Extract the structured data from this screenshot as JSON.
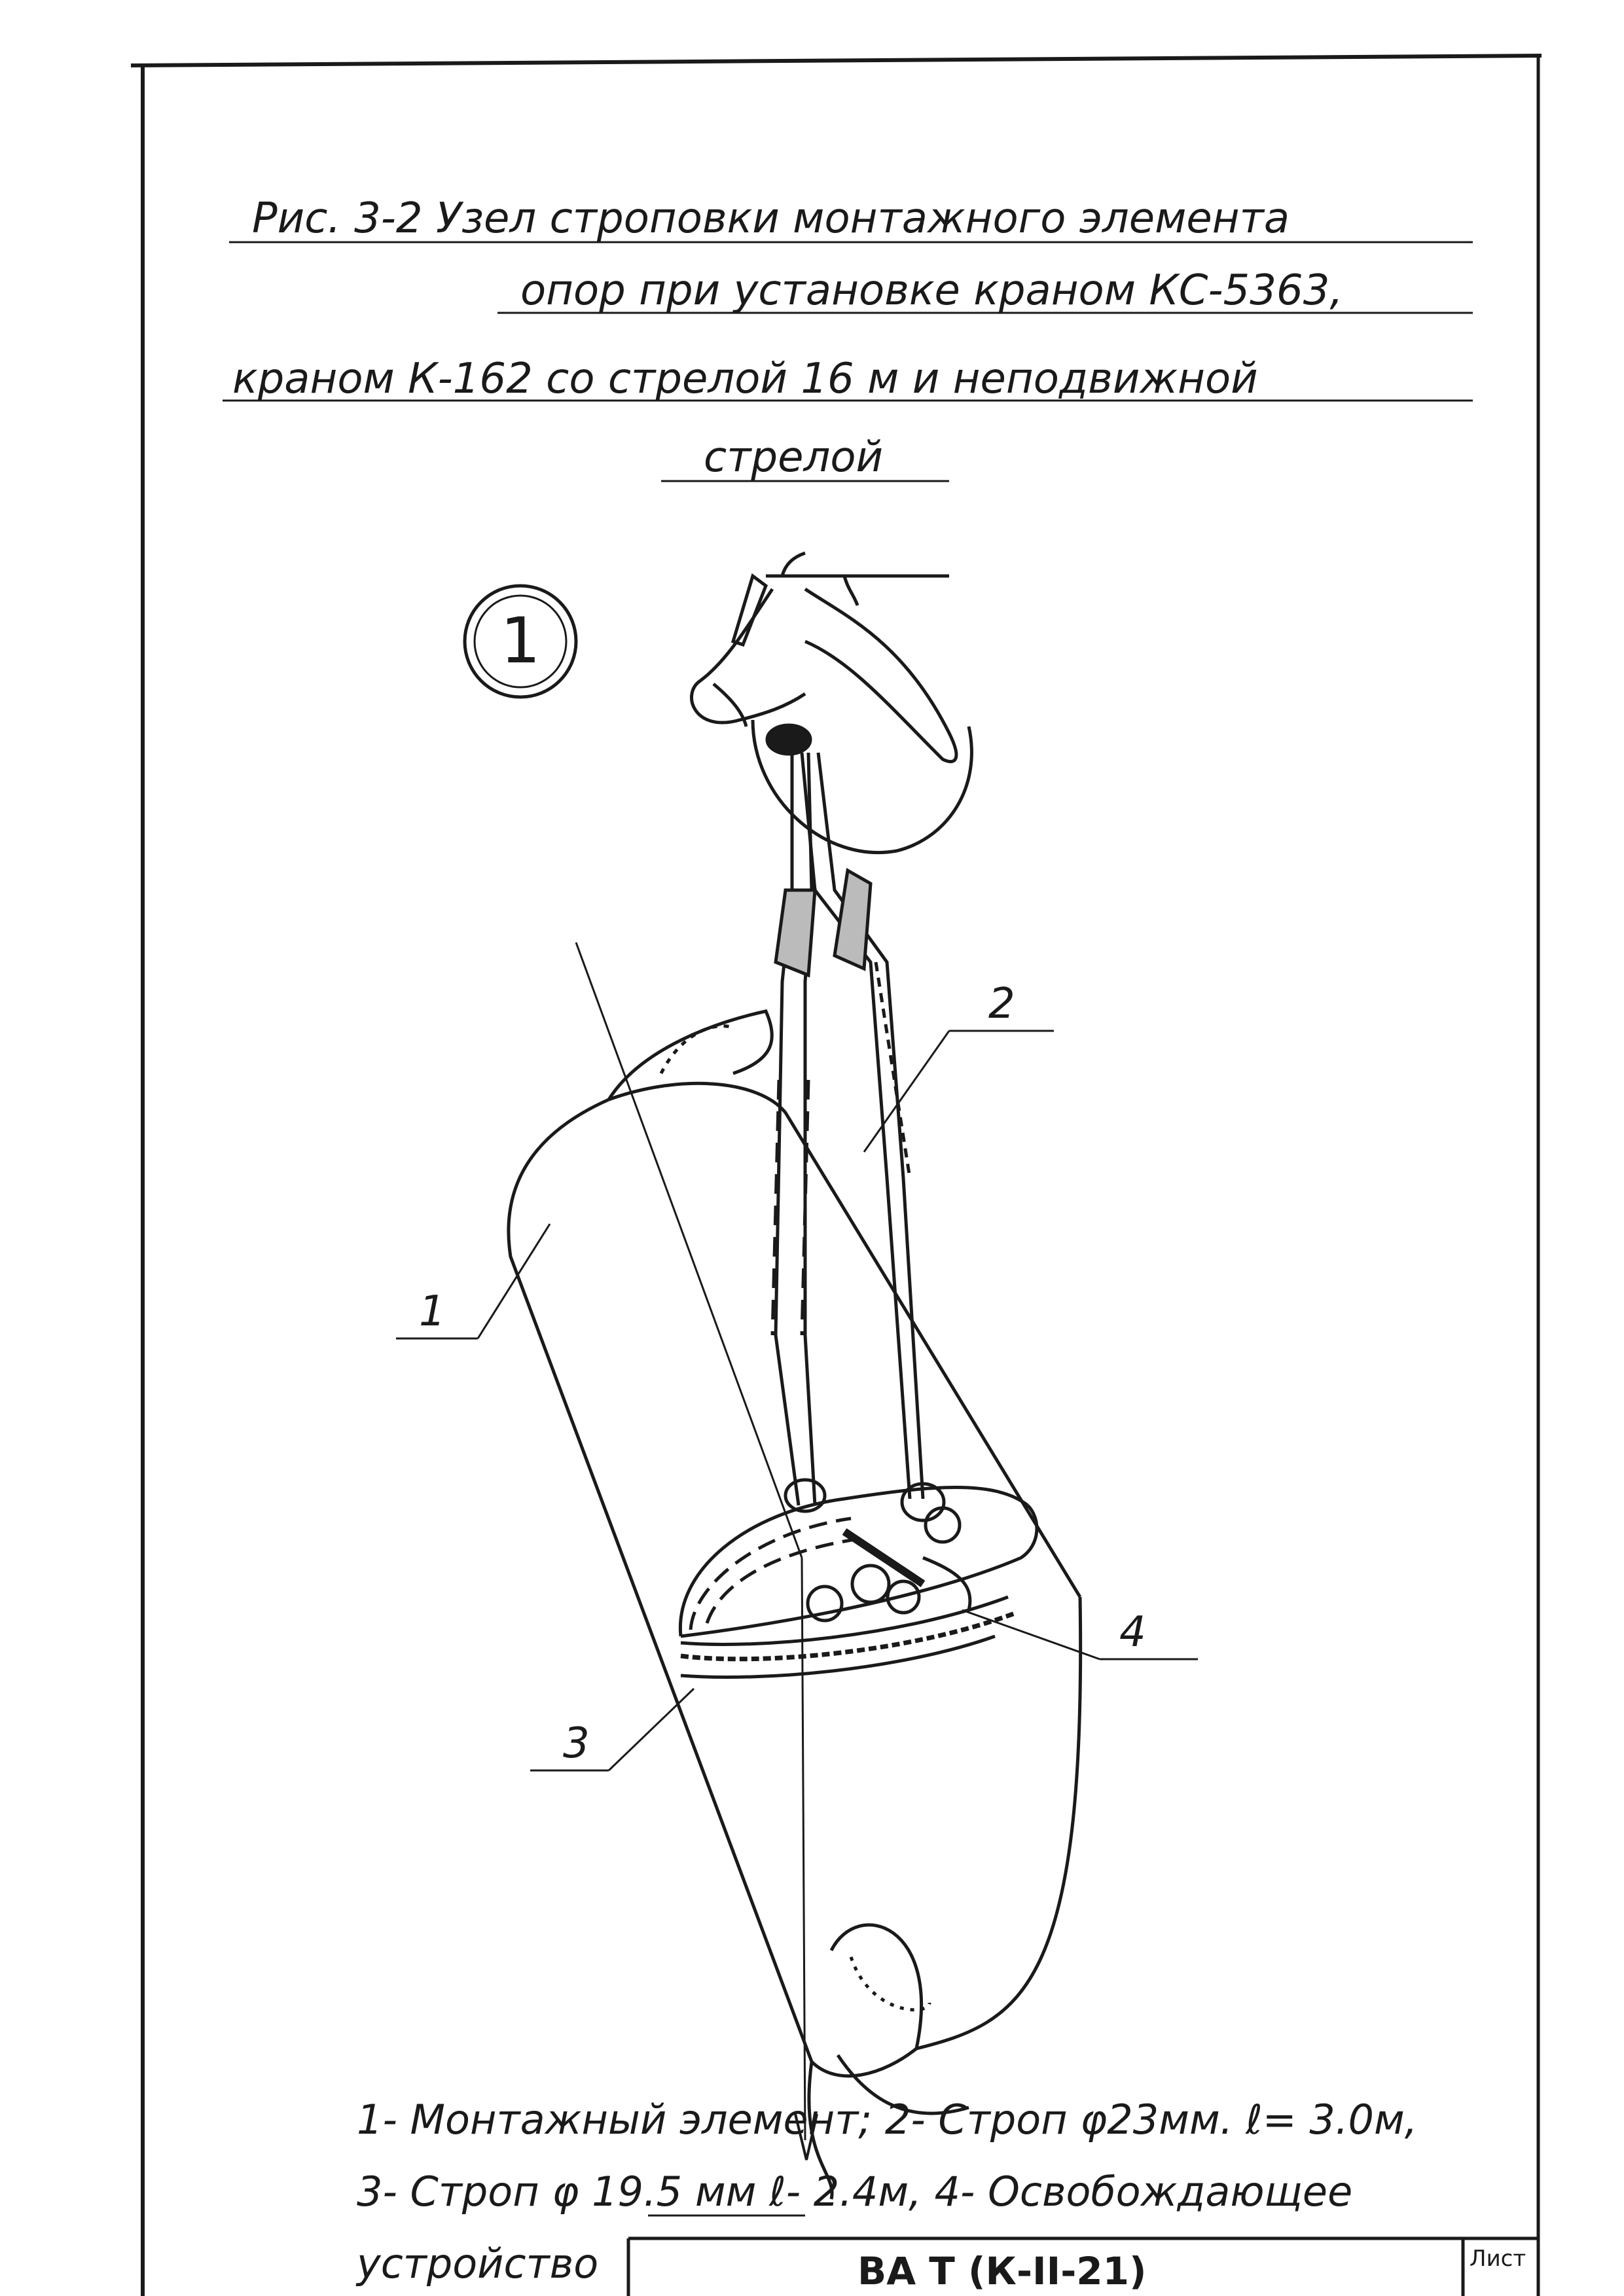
{
  "title": {
    "line1": "Рис. 3-2   Узел строповки монтажного элемента",
    "line2": "опор   при установке краном КС-5363,",
    "line3": "краном К-162 со стрелой 16 м и неподвижной",
    "line4": "стрелой"
  },
  "circle_label": "1",
  "callouts": [
    "1",
    "2",
    "3",
    "4"
  ],
  "legend": {
    "line1": "1- Монтажный   элемент;  2- Строп φ23мм. ℓ= 3.0м,",
    "line2": "3- Строп  φ 19.5 мм  ℓ- 2.4м,  4- Освобождающее",
    "line3": "устройство"
  },
  "stamp": {
    "code": "ВА Т (К-II-21)",
    "sheet_label": "Лист"
  },
  "colors": {
    "ink": "#1a1a1a",
    "paper": "#ffffff"
  }
}
